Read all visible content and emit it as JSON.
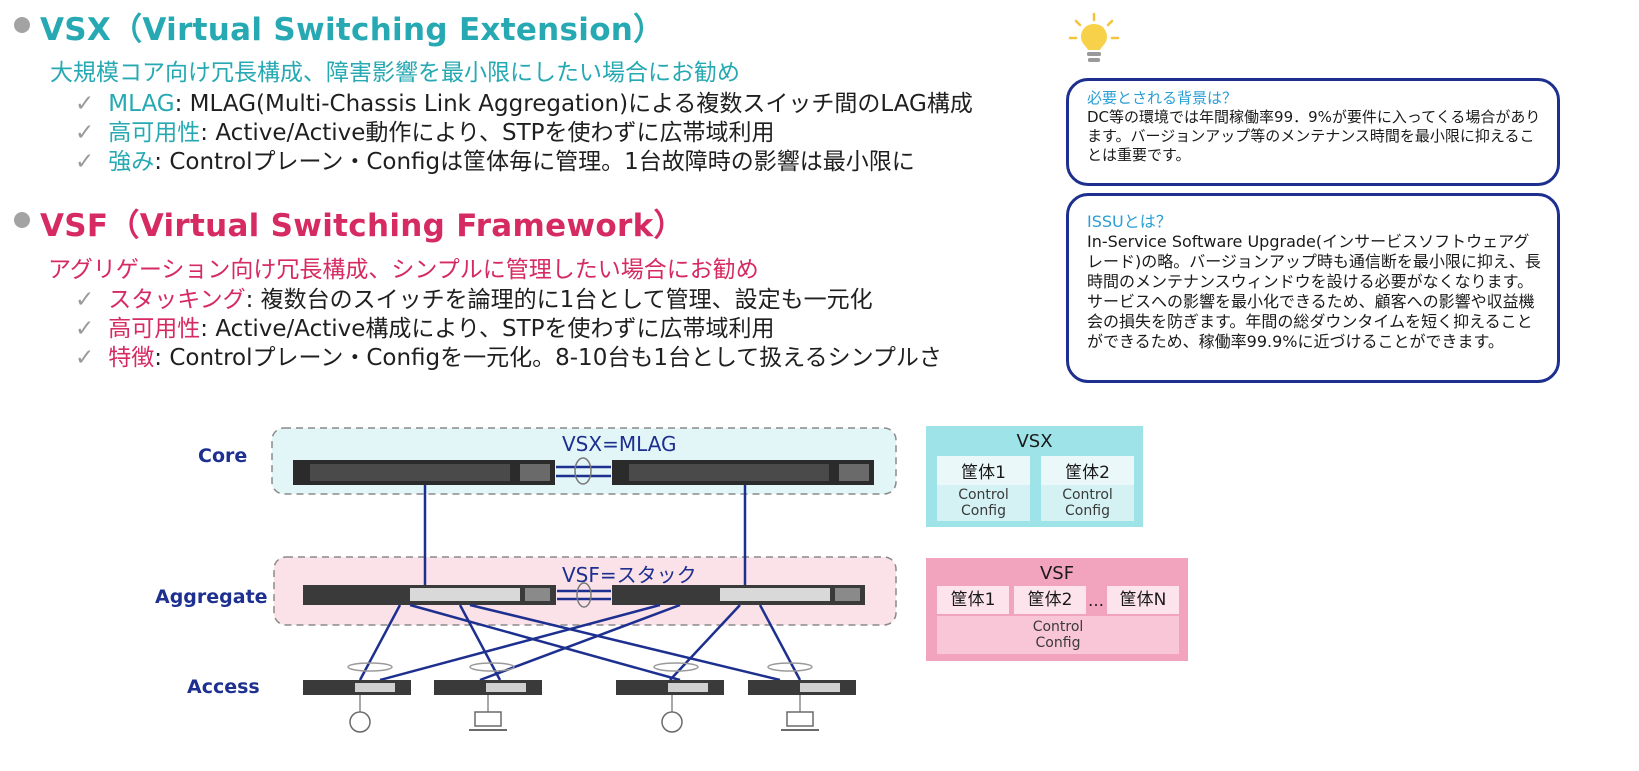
{
  "vsx": {
    "title": "VSX（Virtual Switching Extension）",
    "subtitle": "大規模コア向け冗長構成、障害影響を最小限にしたい場合にお勧め",
    "bullets": [
      {
        "key": "MLAG",
        "text": ": MLAG(Multi-Chassis Link Aggregation)による複数スイッチ間のLAG構成"
      },
      {
        "key": "高可用性",
        "text": ": Active/Active動作により、STPを使わずに広帯域利用"
      },
      {
        "key": "強み",
        "text": ": Controlプレーン・Configは筐体毎に管理。1台故障時の影響は最小限に"
      }
    ]
  },
  "vsf": {
    "title": "VSF（Virtual Switching Framework）",
    "subtitle": "アグリゲーション向け冗長構成、シンプルに管理したい場合にお勧め",
    "bullets": [
      {
        "key": "スタッキング",
        "text": ": 複数台のスイッチを論理的に1台として管理、設定も一元化"
      },
      {
        "key": "高可用性",
        "text": ": Active/Active構成により、STPを使わずに広帯域利用"
      },
      {
        "key": "特徴",
        "text": ": Controlプレーン・Configを一元化。8-10台も1台として扱えるシンプルさ"
      }
    ]
  },
  "callouts": [
    {
      "title": "必要とされる背景は？",
      "body": "DC等の環境では年間稼働率99．9%が要件に入ってくる場合があります。バージョンアップ等のメンテナンス時間を最小限に抑えることは重要です。"
    },
    {
      "title": "ISSUとは？",
      "body": "In-Service Software Upgrade(インサービスソフトウェアグレード)の略。バージョンアップ時も通信断を最小限に抑え、長時間のメンテナンスウィンドウを設ける必要がなくなります。サービスへの影響を最小化できるため、顧客への影響や収益機会の損失を防ぎます。年間の総ダウンタイムを短く抑えることができるため、稼働率99.9%に近づけることができます。"
    }
  ],
  "diagram": {
    "levels": [
      "Core",
      "Aggregate",
      "Access"
    ],
    "core_label": "VSX=MLAG",
    "agg_label": "VSF=スタック"
  },
  "vsx_panel": {
    "title": "VSX",
    "chassis": [
      "筐体1",
      "筐体2"
    ],
    "control": "Control",
    "config": "Config"
  },
  "vsf_panel": {
    "title": "VSF",
    "chassis": [
      "筐体1",
      "筐体2",
      "筐体N"
    ],
    "ellipsis": "…",
    "control": "Control",
    "config": "Config"
  },
  "colors": {
    "teal": "#27a9b3",
    "pink": "#d62a62",
    "navy": "#1d2f8f",
    "vsx_panel": "#9ee3e8",
    "vsf_panel": "#f2a3bd"
  }
}
